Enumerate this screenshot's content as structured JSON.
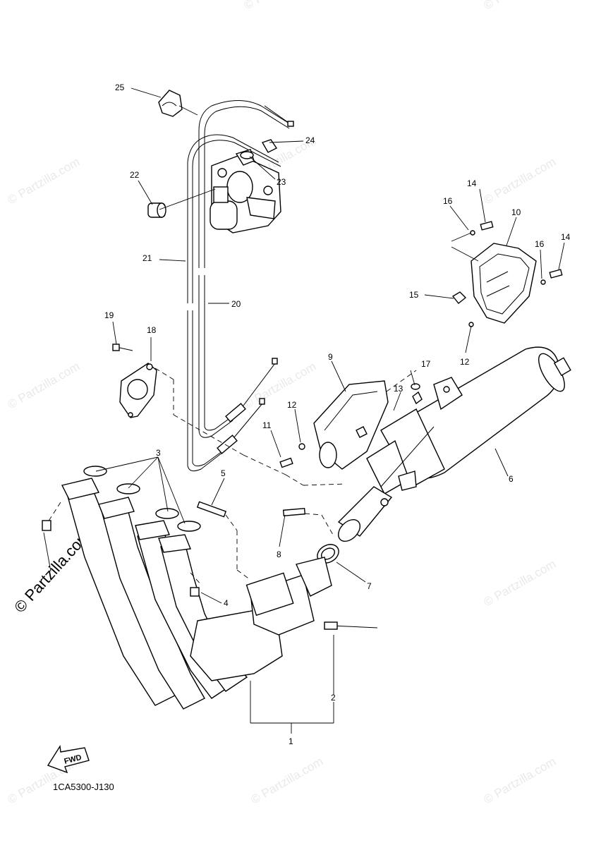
{
  "diagram": {
    "drawing_code": "1CA5300-J130",
    "fwd_label": "FWD",
    "watermark_main": "© Partzilla.com",
    "watermark_repeat": "© Partzilla.com",
    "callouts": {
      "c1": "1",
      "c2": "2",
      "c3": "3",
      "c4": "4",
      "c5": "5",
      "c6": "6",
      "c7": "7",
      "c8": "8",
      "c9": "9",
      "c10": "10",
      "c11": "11",
      "c12a": "12",
      "c12b": "12",
      "c13": "13",
      "c14a": "14",
      "c14b": "14",
      "c15": "15",
      "c16a": "16",
      "c16b": "16",
      "c17": "17",
      "c18": "18",
      "c19": "19",
      "c20": "20",
      "c21": "21",
      "c22": "22",
      "c23": "23",
      "c24": "24",
      "c25": "25"
    }
  }
}
